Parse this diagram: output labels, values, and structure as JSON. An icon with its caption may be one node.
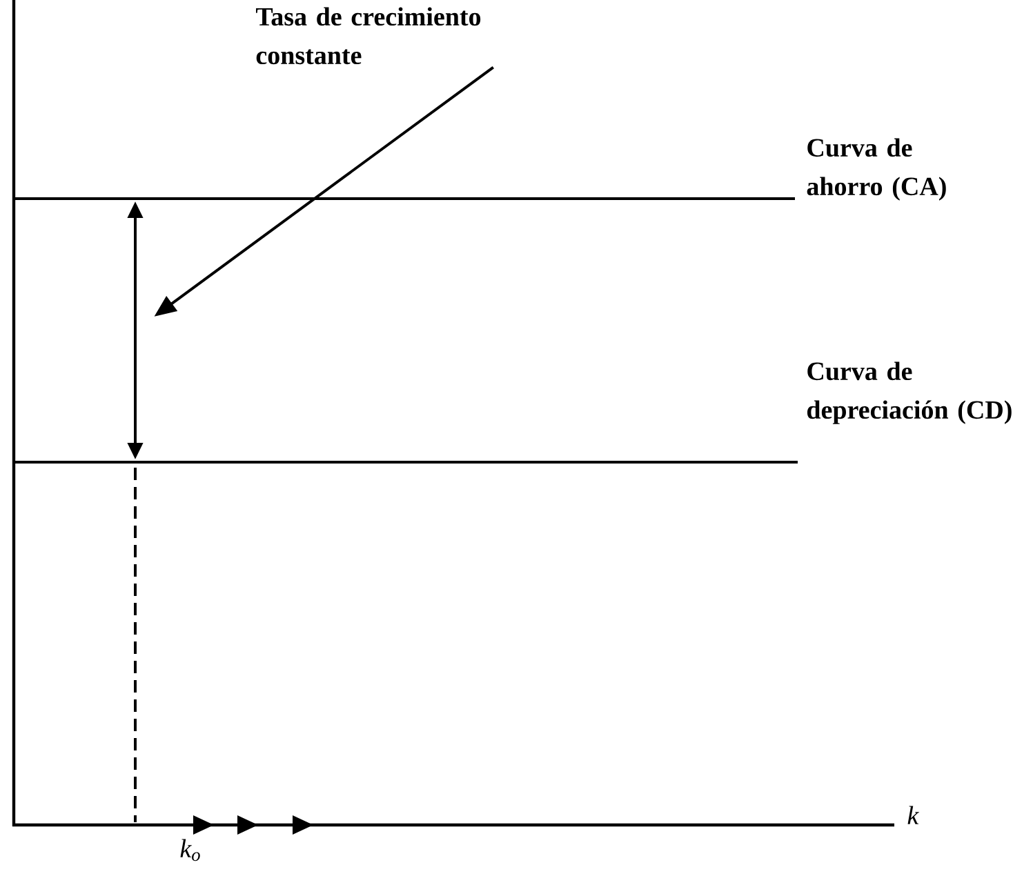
{
  "diagram": {
    "nodes": [
      {
        "text": [
          "Tasa de crecimiento constante"
        ]
      },
      {
        "text": [],
        "shape": "arrow"
      }
    ],
    "edges": [
      {
        "from": 0,
        "to": 1,
        "arrow": "to"
      }
    ],
    "labels": [
      "Curva de ahorro (CA)",
      "Curva de depreciación (CD)",
      "k",
      "k$_{o}$"
    ]
  }
}
